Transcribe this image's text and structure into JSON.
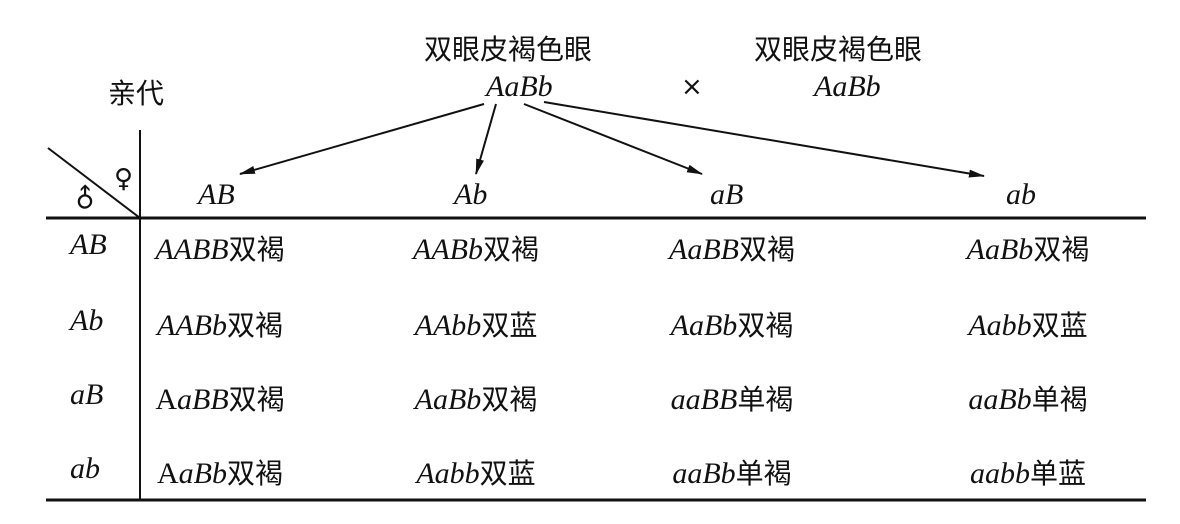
{
  "parents": {
    "label": "亲代",
    "left": {
      "phenotype": "双眼皮褐色眼",
      "genotype": "AaBb"
    },
    "cross": "×",
    "right": {
      "phenotype": "双眼皮褐色眼",
      "genotype": "AaBb"
    }
  },
  "corner": {
    "female_symbol": "♀",
    "male_symbol": "♂"
  },
  "female_gametes": [
    "AB",
    "Ab",
    "aB",
    "ab"
  ],
  "male_gametes": [
    "AB",
    "Ab",
    "aB",
    "ab"
  ],
  "offspring": [
    [
      {
        "prefix": "",
        "genotype": "AABB",
        "phenotype": "双褐"
      },
      {
        "prefix": "",
        "genotype": "AABb",
        "phenotype": "双褐"
      },
      {
        "prefix": "",
        "genotype": "AaBB",
        "phenotype": "双褐"
      },
      {
        "prefix": "",
        "genotype": "AaBb",
        "phenotype": "双褐"
      }
    ],
    [
      {
        "prefix": "",
        "genotype": "AABb",
        "phenotype": "双褐"
      },
      {
        "prefix": "",
        "genotype": "AAbb",
        "phenotype": "双蓝"
      },
      {
        "prefix": "",
        "genotype": "AaBb",
        "phenotype": "双褐"
      },
      {
        "prefix": "",
        "genotype": "Aabb",
        "phenotype": "双蓝"
      }
    ],
    [
      {
        "prefix": "A",
        "genotype": "aBB",
        "phenotype": "双褐"
      },
      {
        "prefix": "",
        "genotype": "AaBb",
        "phenotype": "双褐"
      },
      {
        "prefix": "",
        "genotype": "aaBB",
        "phenotype": "单褐"
      },
      {
        "prefix": "",
        "genotype": "aaBb",
        "phenotype": "单褐"
      }
    ],
    [
      {
        "prefix": "A",
        "genotype": "aBb",
        "phenotype": "双褐"
      },
      {
        "prefix": "",
        "genotype": "Aabb",
        "phenotype": "双蓝"
      },
      {
        "prefix": "",
        "genotype": "aaBb",
        "phenotype": "单褐"
      },
      {
        "prefix": "",
        "genotype": "aabb",
        "phenotype": "单蓝"
      }
    ]
  ]
}
